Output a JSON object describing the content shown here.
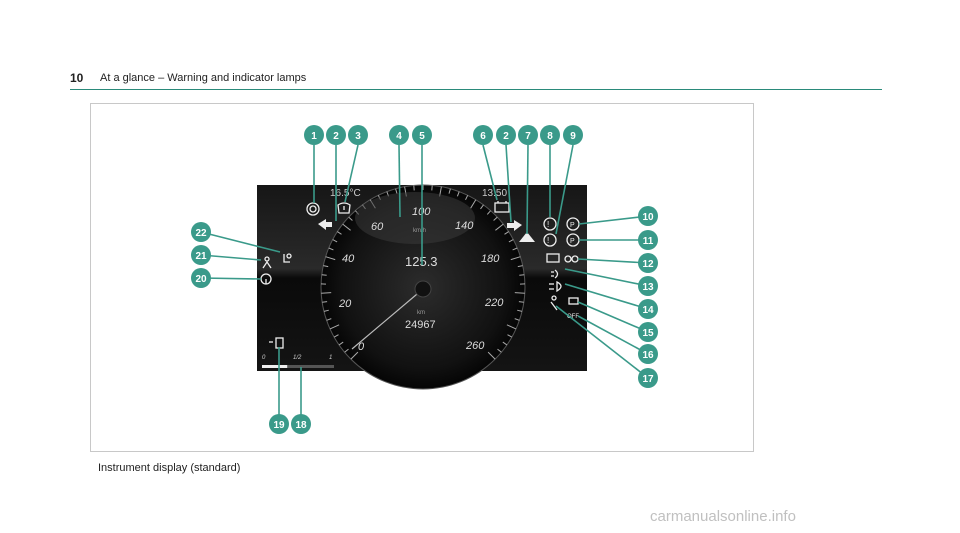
{
  "header": {
    "page_number": "10",
    "title": "At a glance – Warning and indicator lamps"
  },
  "cluster": {
    "temperature": "16.5°C",
    "time": "13:50",
    "speed_unit": "km/h",
    "speed_value": "125.3",
    "odo_unit": "km",
    "odo_value": "24967",
    "dial_labels": [
      "0",
      "20",
      "40",
      "60",
      "100",
      "140",
      "180",
      "220",
      "260"
    ],
    "fuel_labels": [
      "0",
      "1/2",
      "1"
    ],
    "fuel_level": 0.35,
    "lamp_off_label": "OFF"
  },
  "callouts": [
    "1",
    "2",
    "3",
    "4",
    "5",
    "6",
    "2",
    "7",
    "8",
    "9",
    "10",
    "11",
    "12",
    "13",
    "14",
    "15",
    "16",
    "17",
    "18",
    "19",
    "20",
    "21",
    "22"
  ],
  "caption": "Instrument display (standard)",
  "watermark": "carmanualsonline.info",
  "colors": {
    "accent": "#2a8a7a",
    "callout": "#3a9a8a",
    "display_bg": "#0d0d0d"
  }
}
